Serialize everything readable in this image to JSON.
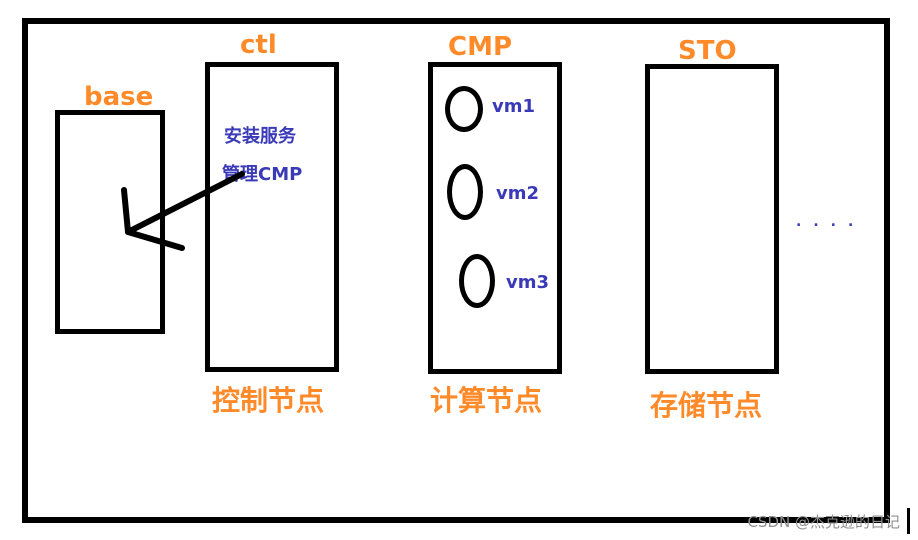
{
  "nodes": {
    "base": {
      "title": "base"
    },
    "ctl": {
      "title": "ctl",
      "line1": "安装服务",
      "line2": "管理CMP",
      "caption": "控制节点"
    },
    "cmp": {
      "title": "CMP",
      "vms": [
        "vm1",
        "vm2",
        "vm3"
      ],
      "caption": "计算节点"
    },
    "sto": {
      "title": "STO",
      "caption": "存储节点"
    }
  },
  "ellipsis": "....",
  "watermark": "CSDN @杰克逊的日记"
}
